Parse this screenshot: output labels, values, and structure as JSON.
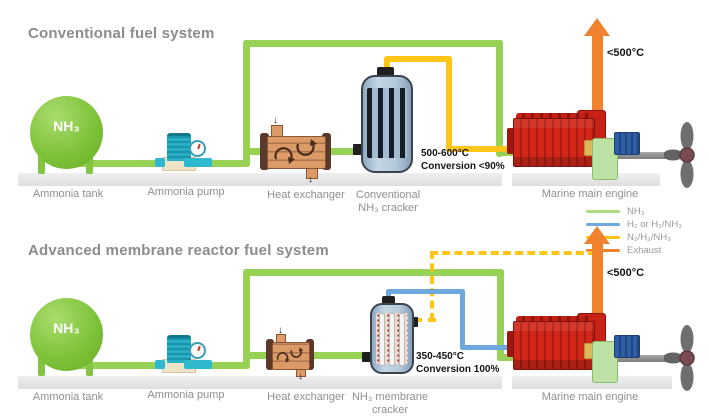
{
  "systems": [
    {
      "title": "Conventional fuel system",
      "tank": {
        "text": "NH₃",
        "label": "Ammonia tank"
      },
      "pump": {
        "label": "Ammonia pump"
      },
      "hx": {
        "label": "Heat exchanger",
        "arrow_in": "↓",
        "arrow_out": "↓"
      },
      "cracker": {
        "label_line1": "Conventional",
        "label_line2": "NH₃ cracker",
        "temp": "500-600°C",
        "conversion": "Conversion <90%"
      },
      "engine": {
        "label": "Marine main engine",
        "exhaust_temp": "<500°C"
      }
    },
    {
      "title": "Advanced membrane reactor fuel system",
      "tank": {
        "text": "NH₃",
        "label": "Ammonia tank"
      },
      "pump": {
        "label": "Ammonia pump"
      },
      "hx": {
        "label": "Heat exchanger",
        "arrow_in": "↓",
        "arrow_out": "↓"
      },
      "cracker": {
        "label_line1": "NH₃ membrane",
        "label_line2": "cracker",
        "temp": "350-450°C",
        "conversion": "Conversion 100%"
      },
      "engine": {
        "label": "Marine main engine",
        "exhaust_temp": "<500°C"
      }
    }
  ],
  "legend": {
    "items": [
      {
        "label": "NH₃",
        "color": "#aedc7e"
      },
      {
        "label": "H₂ or H₂/NH₃",
        "color": "#6fa8dc"
      },
      {
        "label": "N₂/H₂/NH₃",
        "color": "#ffc517"
      },
      {
        "label": "Exhaust",
        "color": "#f0812d"
      }
    ]
  },
  "colors": {
    "nh3_line": "#97d155",
    "h2_line": "#6fa8dc",
    "mix_line": "#ffc517",
    "exhaust_line": "#f0812d",
    "engine_red": "#d22619",
    "tank_green": "#7fc33a"
  }
}
